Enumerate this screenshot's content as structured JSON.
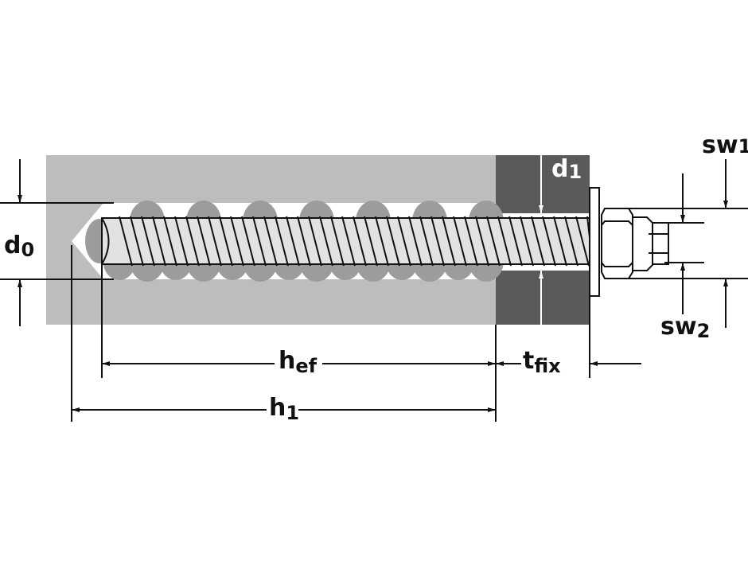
{
  "labels": {
    "d0": {
      "main": "d",
      "sub": "0"
    },
    "d1": {
      "main": "d",
      "sub": "1"
    },
    "hef": {
      "main": "h",
      "sub": "ef"
    },
    "tfix": {
      "main": "t",
      "sub": "fix"
    },
    "h1": {
      "main": "h",
      "sub": "1"
    },
    "sw1": {
      "main": "sw",
      "sub": "1"
    },
    "sw2": {
      "main": "sw",
      "sub": "2"
    }
  },
  "colors": {
    "concrete": "#bdbdbd",
    "fixture": "#5a5a5a",
    "mortar": "#9c9c9c",
    "rod": "#e2e2e2",
    "line": "#111111"
  }
}
